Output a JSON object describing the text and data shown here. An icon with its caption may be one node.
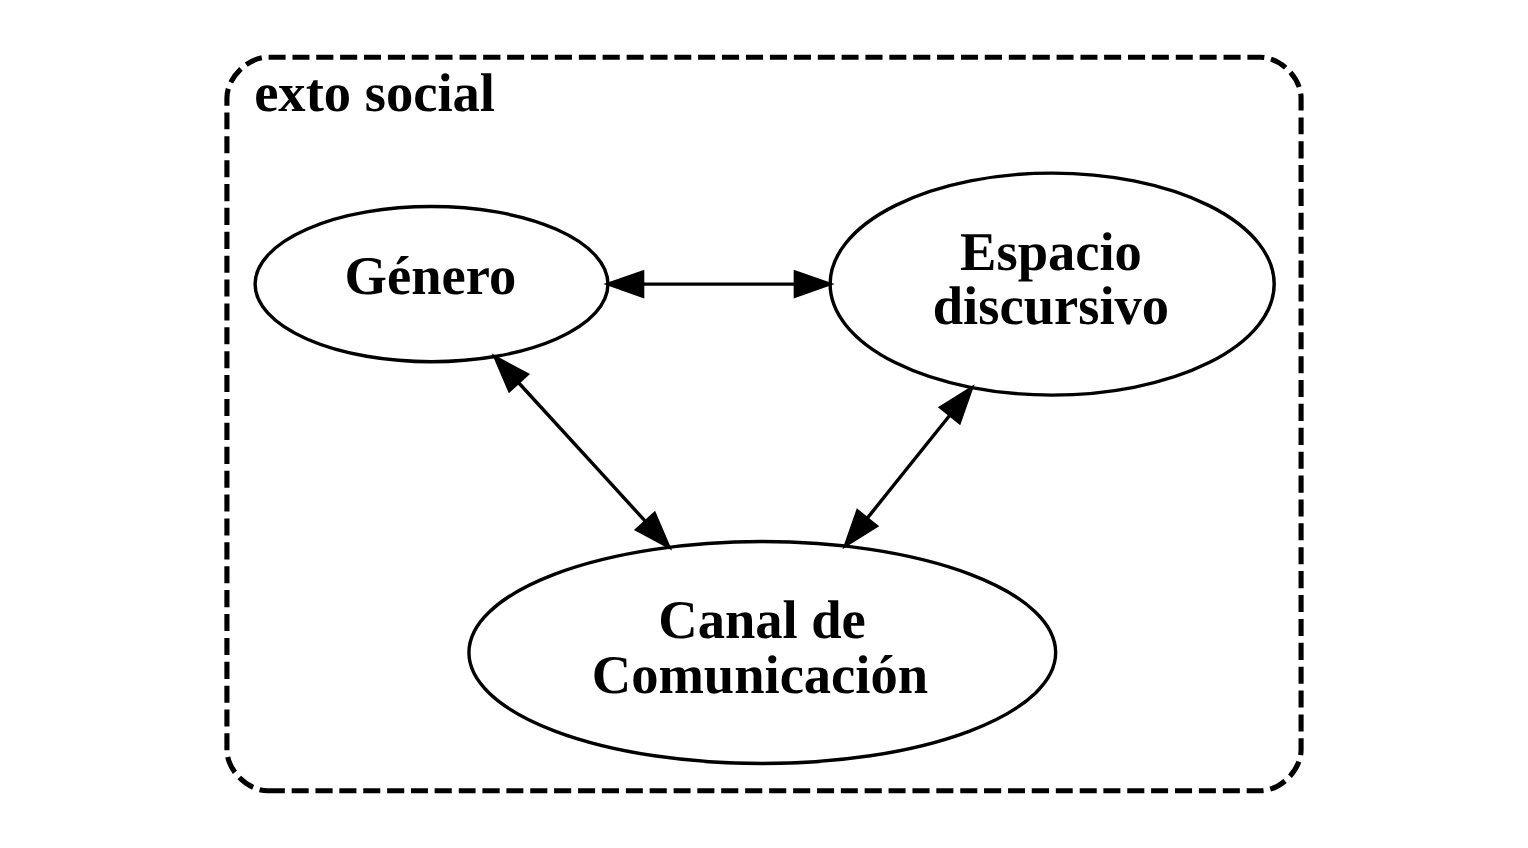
{
  "diagram": {
    "nodes": [
      {
        "text": [
          "exto social"
        ]
      },
      {
        "text": [
          "Género"
        ],
        "in": 0
      },
      {
        "text": [
          "Espacio discursivo"
        ],
        "in": 0
      },
      {
        "text": [
          "Canal de Comunicación"
        ],
        "in": 0
      }
    ],
    "edges": [
      {
        "from": 1,
        "to": 2,
        "arrow": "both"
      },
      {
        "from": 1,
        "to": 3,
        "arrow": "both"
      },
      {
        "from": 2,
        "to": 3,
        "arrow": "both"
      }
    ]
  }
}
